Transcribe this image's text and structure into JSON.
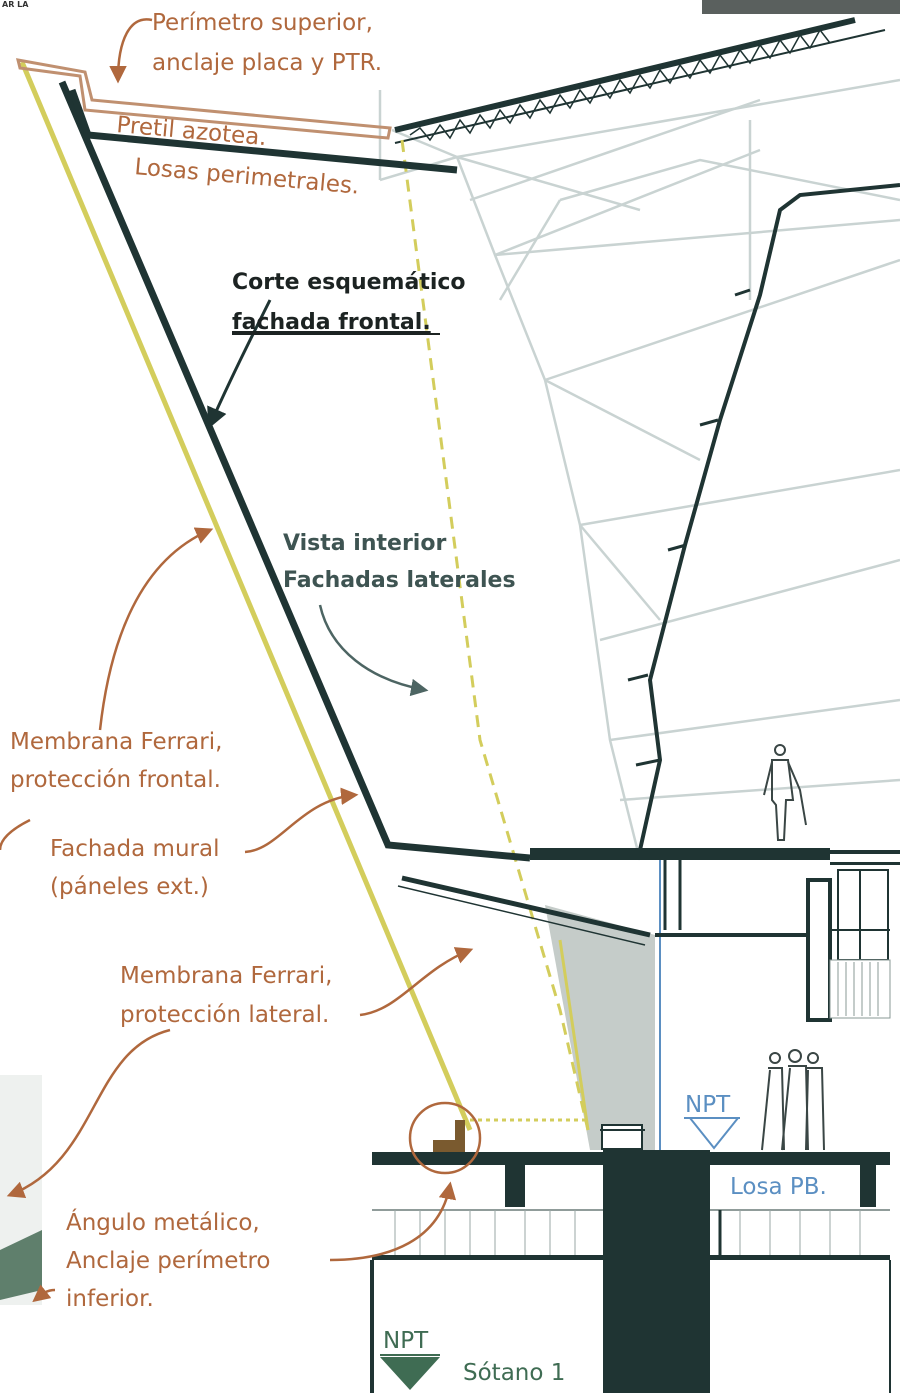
{
  "labels": {
    "perimetro_l1": "Perímetro superior,",
    "perimetro_l2": "anclaje placa y PTR.",
    "pretil_l1": "Pretil azotea.",
    "pretil_l2": "Losas perimetrales.",
    "corte_l1": "Corte esquemático",
    "corte_l2": "fachada frontal.",
    "vista_l1": "Vista interior",
    "vista_l2": "Fachadas laterales",
    "membrana_frontal_l1": "Membrana Ferrari,",
    "membrana_frontal_l2": "protección frontal.",
    "fachada_mural_l1": "Fachada mural",
    "fachada_mural_l2": "(páneles ext.)",
    "membrana_lateral_l1": "Membrana Ferrari,",
    "membrana_lateral_l2": "protección lateral.",
    "angulo_l1": "Ángulo metálico,",
    "angulo_l2": "Anclaje perímetro",
    "angulo_l3": "inferior.",
    "npt_upper": "NPT",
    "losa_pb": "Losa PB.",
    "npt_lower": "NPT",
    "sotano": "Sótano 1",
    "corner_tag": "AR LA"
  },
  "colors": {
    "annotation_brown": "#b0683d",
    "membrane_yellow": "#d3cd5c",
    "facade_dark": "#1f3433",
    "structure_grey": "#c9d3d2",
    "npt_blue": "#5b8fc2",
    "npt_green": "#3f6c53",
    "shade_grey": "#c5ccc9"
  }
}
